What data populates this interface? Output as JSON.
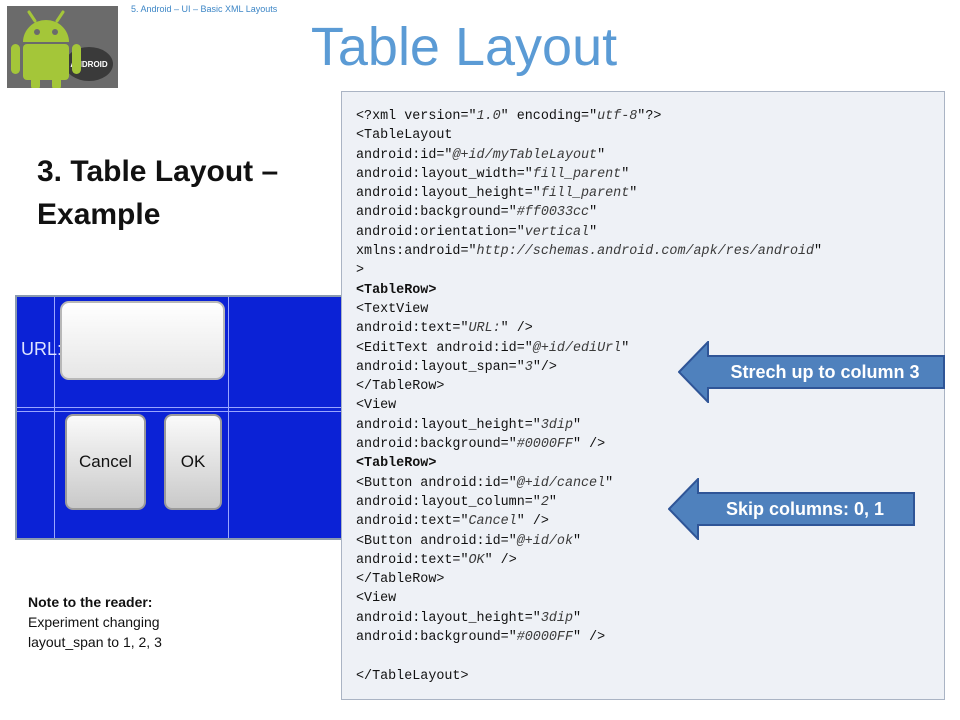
{
  "header": {
    "breadcrumb": "5. Android – UI – Basic XML Layouts",
    "title": "Table Layout",
    "logo_text": "ANDROID"
  },
  "subtitle": "3. Table Layout – Example",
  "demo": {
    "url_label": "URL:",
    "cancel_label": "Cancel",
    "ok_label": "OK"
  },
  "note": {
    "heading": "Note to the reader:",
    "body": "Experiment changing layout_span to 1, 2, 3"
  },
  "code_lines": [
    "<?xml version=\"1.0\" encoding=\"utf-8\"?>",
    "<TableLayout",
    "android:id=\"@+id/myTableLayout\"",
    "android:layout_width=\"fill_parent\"",
    "android:layout_height=\"fill_parent\"",
    "android:background=\"#ff0033cc\"",
    "android:orientation=\"vertical\"",
    "xmlns:android=\"http://schemas.android.com/apk/res/android\"",
    ">",
    "<TableRow>",
    "<TextView",
    "android:text=\"URL:\" />",
    "<EditText android:id=\"@+id/ediUrl\"",
    "android:layout_span=\"3\"/>",
    "</TableRow>",
    "<View",
    "android:layout_height=\"3dip\"",
    "android:background=\"#0000FF\" />",
    "<TableRow>",
    "<Button android:id=\"@+id/cancel\"",
    "android:layout_column=\"2\"",
    "android:text=\"Cancel\" />",
    "<Button android:id=\"@+id/ok\"",
    "android:text=\"OK\" />",
    "</TableRow>",
    "<View",
    "android:layout_height=\"3dip\"",
    "android:background=\"#0000FF\" />",
    "",
    "</TableLayout>"
  ],
  "code_bold_lines": [
    9,
    18
  ],
  "callouts": {
    "stretch": "Strech up to column 3",
    "skip": "Skip columns: 0, 1"
  },
  "colors": {
    "title": "#5b9bd5",
    "callout_fill": "#4f81bd",
    "callout_border": "#2f5597",
    "demo_background": "#0b22d6",
    "android_green": "#a4c639"
  }
}
